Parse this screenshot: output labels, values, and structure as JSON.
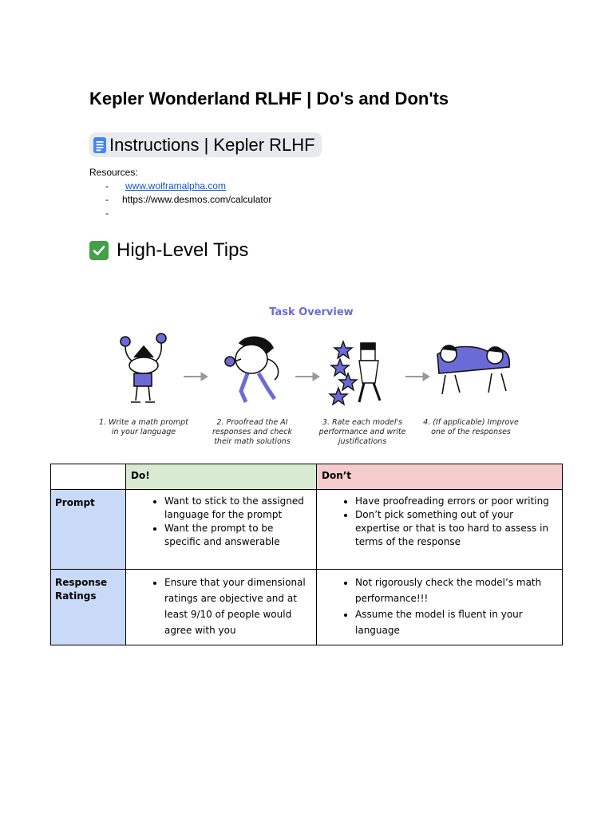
{
  "doc": {
    "title": "Kepler Wonderland RLHF | Do's and Don'ts",
    "instructions_chip": {
      "label": "Instructions | Kepler RLHF",
      "icon": "google-docs-icon",
      "color": "#4285f4"
    },
    "resources_label": "Resources:",
    "resources": [
      {
        "dash": "-",
        "text": "www.wolframalpha.com",
        "link": true
      },
      {
        "dash": "-",
        "text": "https://www.desmos.com/calculator",
        "link": false
      },
      {
        "dash": "-",
        "text": "",
        "link": false
      }
    ],
    "tips_heading": {
      "icon": "check-mark-icon",
      "text": "High-Level Tips"
    }
  },
  "overview": {
    "title": "Task Overview",
    "accent_color": "#6b6bd8",
    "steps": [
      "1. Write a math prompt in your language",
      "2. Proofread the AI responses and check their math solutions",
      "3. Rate each model's performance and write justifications",
      "4. (If applicable) Improve one of the responses"
    ]
  },
  "table": {
    "headers": {
      "blank": "",
      "do": "Do!",
      "dont": "Don’t"
    },
    "colors": {
      "do": "#d9ead3",
      "dont": "#f4cccc",
      "row_header": "#c9daf8"
    },
    "rows": [
      {
        "label": "Prompt",
        "do": [
          "Want to stick to the assigned language for the prompt",
          "Want the prompt to be specific and answerable"
        ],
        "dont": [
          "Have proofreading errors or poor writing",
          "Don’t pick something out of your expertise or that is too hard to assess in terms of the response"
        ]
      },
      {
        "label": "Response Ratings",
        "do": [
          "Ensure that your dimensional ratings are objective and at least 9/10 of people would agree with you"
        ],
        "dont": [
          "Not rigorously check the model’s math performance!!!",
          "Assume the model is fluent in your language"
        ]
      }
    ]
  }
}
